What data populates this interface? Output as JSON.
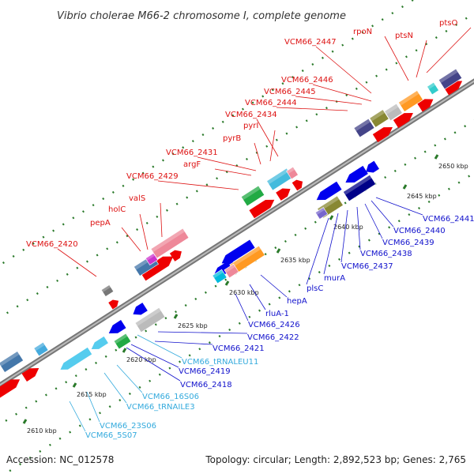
{
  "title": "Vibrio cholerae M66-2 chromosome I, complete genome",
  "footer": {
    "accession": "Accession: NC_012578",
    "summary": "Topology: circular; Length: 2,892,523 bp; Genes: 2,765"
  },
  "colors": {
    "top_label": "#dd1111",
    "bottom_label_protein": "#1111cc",
    "bottom_label_rna": "#33aadd",
    "ruler_tick": "#2a7a2a",
    "backbone": "#999999"
  },
  "ruler_marks": [
    "2610 kbp",
    "2615 kbp",
    "2620 kbp",
    "2625 kbp",
    "2630 kbp",
    "2635 kbp",
    "2640 kbp",
    "2645 kbp",
    "2650 kbp"
  ],
  "top_labels": [
    "VCM66_2420",
    "pepA",
    "holC",
    "valS",
    "VCM66_2429",
    "argF",
    "VCM66_2431",
    "pyrB",
    "pyrI",
    "VCM66_2434",
    "VCM66_2444",
    "VCM66_2445",
    "VCM66_2446",
    "VCM66_2447",
    "rpoN",
    "ptsN",
    "ptsO"
  ],
  "bottom_labels": [
    "VCM66_5S07",
    "VCM66_23S06",
    "VCM66_tRNAILE3",
    "VCM66_16S06",
    "VCM66_2418",
    "VCM66_2419",
    "VCM66_tRNALEU11",
    "VCM66_2421",
    "VCM66_2422",
    "VCM66_2426",
    "rluA-1",
    "hepA",
    "plsC",
    "murA",
    "VCM66_2437",
    "VCM66_2438",
    "VCM66_2439",
    "VCM66_2440",
    "VCM66_2441"
  ]
}
